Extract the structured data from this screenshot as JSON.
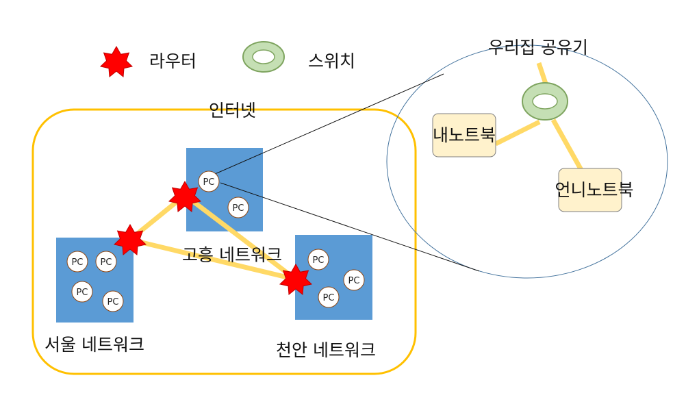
{
  "legend": {
    "router_label": "라우터",
    "switch_label": "스위치"
  },
  "internet": {
    "label": "인터넷"
  },
  "networks": {
    "gohung": {
      "label": "고흥 네트워크",
      "pcs": [
        "PC",
        "PC"
      ]
    },
    "seoul": {
      "label": "서울 네트워크",
      "pcs": [
        "PC",
        "PC",
        "PC",
        "PC"
      ]
    },
    "cheonan": {
      "label": "천안 네트워크",
      "pcs": [
        "PC",
        "PC",
        "PC"
      ]
    }
  },
  "home": {
    "title": "우리집 공유기",
    "my_laptop": "내노트북",
    "sister_laptop": "언니노트북"
  },
  "colors": {
    "router": "#ff0000",
    "switch_fill": "#c5dfb4",
    "switch_stroke": "#7ea45f",
    "network_box": "#5b9bd5",
    "internet_border": "#ffc000",
    "link": "#ffd966",
    "laptop_fill": "#fff2cc",
    "ellipse_stroke": "#41719c"
  }
}
